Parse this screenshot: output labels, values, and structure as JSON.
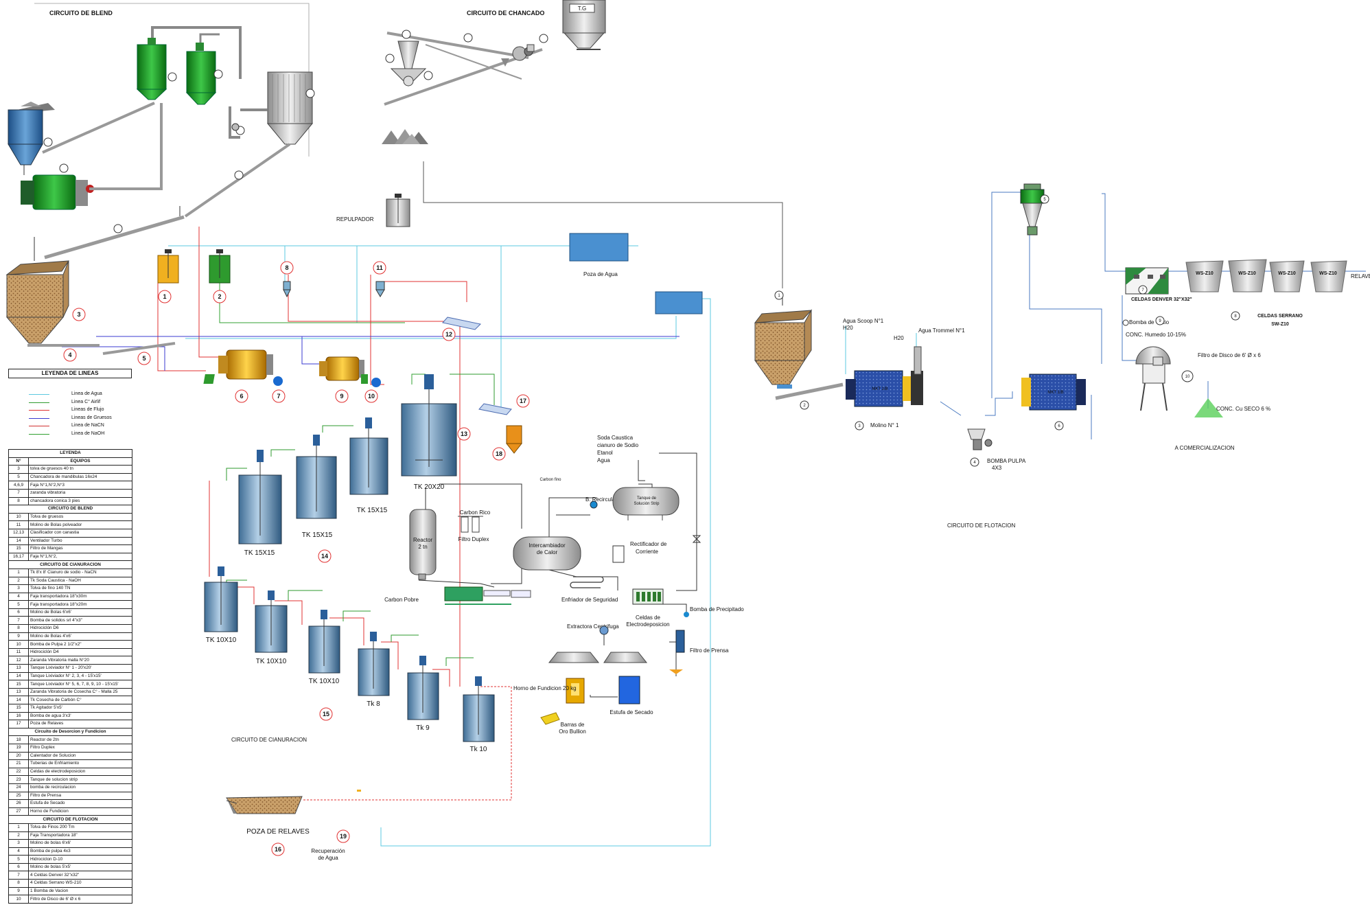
{
  "titles": {
    "blend": "CIRCUITO DE BLEND",
    "chancado": "CIRCUITO DE CHANCADO",
    "cianuracion": "CIRCUITO DE CIANURACION",
    "flotacion": "CIRCUITO DE FLOTACION"
  },
  "legend_lines": {
    "title": "LEYENDA DE LINEAS",
    "items": [
      {
        "label": "Linea de Agua",
        "color": "#5bc8e0"
      },
      {
        "label": "Linea  C° Airlif",
        "color": "#2e9a2e"
      },
      {
        "label": "Lineas de Flujo",
        "color": "#e03030"
      },
      {
        "label": "Lineas de Gruesos",
        "color": "#3a3ad0"
      },
      {
        "label": "Linea de NaCN",
        "color": "#d03030"
      },
      {
        "label": "Linea de NaOH",
        "color": "#30a030"
      }
    ]
  },
  "legend_table": {
    "title": "LEYENDA",
    "col_n": "N°",
    "col_eq": "EQUIPOS",
    "rows": [
      [
        "3",
        "tolva de gruesos 40 tn"
      ],
      [
        "5",
        "Chancadora de mandibulas 16x24"
      ],
      [
        "4,6,9",
        "Faja  N°1,N°2,N°3"
      ],
      [
        "7",
        "zaranda vibratoria"
      ],
      [
        "8",
        "chancadora conica 3 pies"
      ],
      [
        "",
        "CIRCUITO DE BLEND"
      ],
      [
        "10",
        "Tolva de gruesos"
      ],
      [
        "11",
        "Molino de  Bolas polveador"
      ],
      [
        "12,13",
        "Clasificador con canastia"
      ],
      [
        "14",
        "Ventilador Turbo"
      ],
      [
        "15",
        "Filtro de Mangas"
      ],
      [
        "16,17",
        "Faja  N°1,N°2,"
      ],
      [
        "",
        "CIRCUITO DE CIANURACION"
      ],
      [
        "1",
        "Tk 8'x 8' Cianuro de sodio - NaCN"
      ],
      [
        "2",
        "Tk Soda Caustica - NaOH"
      ],
      [
        "3",
        "Tolva de fino 140 TN"
      ],
      [
        "4",
        "Faja transportadora 18\"x30m"
      ],
      [
        "5",
        "Faja transportadora 18\"x20m"
      ],
      [
        "6",
        "Molino de Bolas 6'x6'"
      ],
      [
        "7",
        "Bomba de solidos srl 4\"x3\""
      ],
      [
        "8",
        "Hidrociclón D6"
      ],
      [
        "9",
        "Molino de Bolas 4'x6'"
      ],
      [
        "10",
        "Bomba de Pulpa 2 1/2\"x2\""
      ],
      [
        "11",
        "Hidrociclón D4"
      ],
      [
        "12",
        "Zaranda Vibratoria malla N°20"
      ],
      [
        "13",
        "Tanque Lixiviador N° 1 - 20'x20'"
      ],
      [
        "14",
        "Tanque Lixiviador N° 2, 3, 4 - 15'x15'"
      ],
      [
        "15",
        "Tanque Lixiviador N° 5, 6, 7, 8, 9, 10 - 15'x15'"
      ],
      [
        "13",
        "Zaranda Vibratoria de Cosecha C° - Malla 25"
      ],
      [
        "14",
        "Tk Cosecha de Carbón C°"
      ],
      [
        "15",
        "Tk Agitador 5'x5'"
      ],
      [
        "16",
        "Bomba de agua 3'x3'"
      ],
      [
        "17",
        "Poza de Relaves"
      ],
      [
        "",
        "Circuito de Desorcion y Fundicion"
      ],
      [
        "18",
        "Reactor de 2tn"
      ],
      [
        "19",
        "Filtro Duplex"
      ],
      [
        "20",
        "Calentador de Solucion"
      ],
      [
        "21",
        "Tuberias de Enfriamiento"
      ],
      [
        "22",
        "Celdas de electrodeposicion"
      ],
      [
        "23",
        "Tanque de solucion strip"
      ],
      [
        "24",
        "bomba de recirculacion"
      ],
      [
        "25",
        "Filtro de Prensa"
      ],
      [
        "26",
        "Estufa de Secado"
      ],
      [
        "27",
        "Horno de Fundicion"
      ],
      [
        "",
        "CIRCUITO DE FLOTACION"
      ],
      [
        "1",
        "Tolva de Finos 200 Tm"
      ],
      [
        "2",
        "Faja Transportadora 18\""
      ],
      [
        "3",
        "Molino de bolas 6'x6'"
      ],
      [
        "4",
        "Bomba de pulpa 4x3"
      ],
      [
        "5",
        "Hidrociclon D-10"
      ],
      [
        "6",
        "Molino de bolas 5'x5'"
      ],
      [
        "7",
        "4 Celdas Denver 32\"x32\""
      ],
      [
        "8",
        "4 Celdas Serrano WS-210"
      ],
      [
        "9",
        "1 Bomba de Vacion"
      ],
      [
        "10",
        "Filtro de Disco  de 6' Ø x 6"
      ]
    ]
  },
  "labels": {
    "tg": "T.G",
    "repulpador": "REPULPADOR",
    "poza_agua": "Poza de Agua",
    "tk_20": "TK 20X20",
    "tk_15a": "TK 15X15",
    "tk_15b": "TK 15X15",
    "tk_15c": "TK 15X15",
    "tk_10a": "TK 10X10",
    "tk_10b": "TK 10X10",
    "tk_10c": "TK 10X10",
    "tk_8": "Tk 8",
    "tk_9": "Tk 9",
    "tk_10": "Tk 10",
    "carbon_rico": "Carbon Rico",
    "carbon_pobre": "Carbon Pobre",
    "carbon_fino": "Carbon fino",
    "reactor": "Reactor\n2 tn",
    "reactor_1": "Reactor",
    "reactor_2": "2 tn",
    "filtro_duplex": "Filtro Duplex",
    "b_recirculacion": "B. Recirculacion",
    "soda_1": "Soda Caustica",
    "soda_2": "cianuro de Sodio",
    "soda_3": "Etanol",
    "soda_4": "Agua",
    "tanque_strip_1": "Tanque de",
    "tanque_strip_2": "Solución Strip",
    "intercambiador_1": "Intercambiador",
    "intercambiador_2": "de Calor",
    "rectificador_1": "Rectificador de",
    "rectificador_2": "Corriente",
    "enfriador": "Enfriador de Seguridad",
    "celdas_1": "Celdas de",
    "celdas_2": "Electrodeposicion",
    "bomba_precipitado": "Bomba de Precipitado",
    "extractora": "Extractora Centrifuga",
    "filtro_prensa": "Filtro de Prensa",
    "horno": "Horno de Fundicion 20 kg",
    "estufa": "Estufa de Secado",
    "barras_1": "Barras de",
    "barras_2": "Oro Bullion",
    "poza_relaves": "POZA DE RELAVES",
    "recuperacion_1": "Recuperación",
    "recuperacion_2": "de Agua",
    "agua_scoop_1": "Agua Scoop N°1",
    "agua_scoop_2": "H20",
    "h20": "H20",
    "agua_trommel": "Agua Trommel N°1",
    "molino_1": "Molino N° 1",
    "bomba_pulpa_1": "BOMBA PULPA",
    "bomba_pulpa_2": "4X3",
    "celdas_denver": "CELDAS DENVER 32\"X32\"",
    "bomba_vacio": "Bomba de Vacio",
    "conc_humedo": "CONC. Humedo  10-15%",
    "celdas_serrano_1": "CELDAS SERRANO",
    "celdas_serrano_2": "SW-Z10",
    "filtro_disco": "Filtro de Disco  de 6' Ø x 6",
    "conc_seco": "CONC.  Cu SECO 6 %",
    "comercializacion": "A COMERCIALIZACION",
    "relave": "RELAVE",
    "ws": "WS-Z10",
    "mill_tag": "MKT 1/B"
  }
}
